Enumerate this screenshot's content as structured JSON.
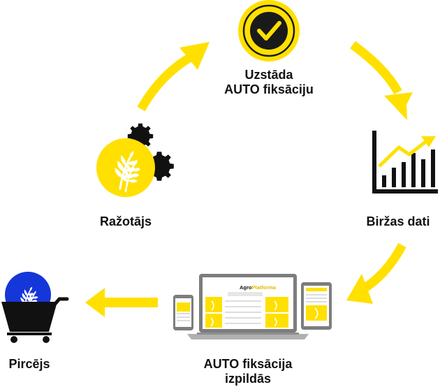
{
  "nodes": {
    "set_auto": {
      "line1": "Uzstāda",
      "line2": "AUTO fiksāciju",
      "icon": "checkmark-icon"
    },
    "exchange": {
      "label": "Biržas dati",
      "icon": "rising-bar-chart-icon"
    },
    "execution": {
      "line1": "AUTO fiksācija",
      "line2": "izpildās",
      "icon": "devices-icon"
    },
    "buyer": {
      "label": "Pircējs",
      "icon": "shopping-cart-icon"
    },
    "producer": {
      "label": "Ražotājs",
      "icon": "wheat-gears-icon"
    }
  },
  "brand": {
    "name_part1": "Agro",
    "name_part2": "Platforma"
  },
  "colors": {
    "accent": "#FFE000",
    "dark": "#111111",
    "blue": "#1536D9",
    "screen": "#7d7d7d"
  }
}
